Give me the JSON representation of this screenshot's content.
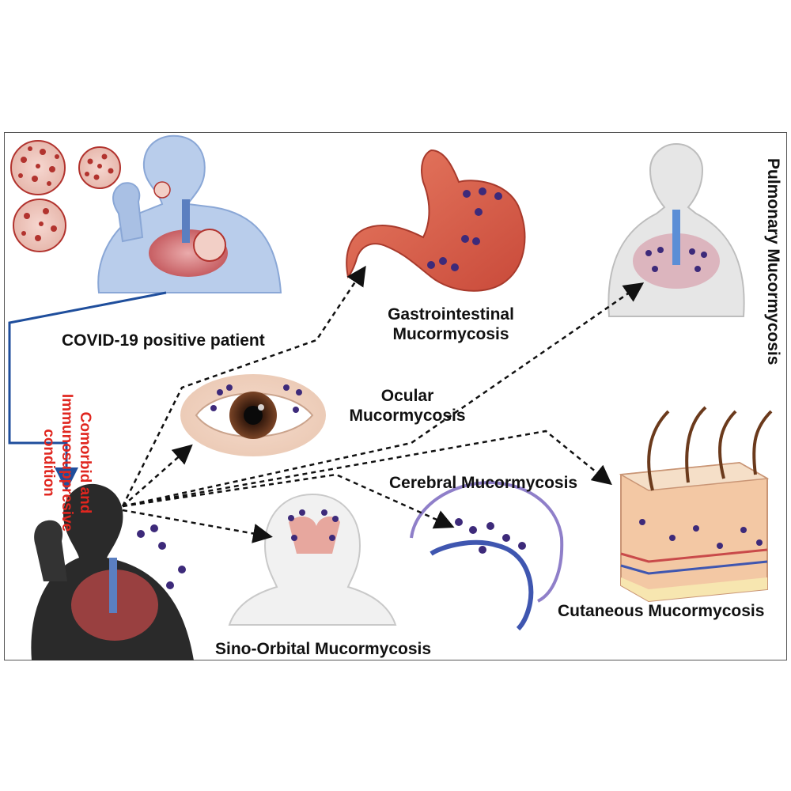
{
  "labels": {
    "covid_patient": "COVID-19 positive patient",
    "comorbid": "Comorbid and\nImmunosuppresive\ncondition",
    "gastro_line1": "Gastrointestinal",
    "gastro_line2": "Mucormycosis",
    "pulmonary": "Pulmonary Mucormycosis",
    "ocular_line1": "Ocular",
    "ocular_line2": "Mucormycosis",
    "cerebral": "Cerebral Mucormycosis",
    "cutaneous": "Cutaneous Mucormycosis",
    "sino_orbital": "Sino-Orbital Mucormycosis"
  },
  "colors": {
    "arrow_solid": "#1f4e9c",
    "arrow_dashed": "#111111",
    "comorbid_text": "#e0261f",
    "virus": "#b2332e",
    "fungus": "#3d2a7a",
    "stomach": "#d9624f",
    "lungs": "#c94a4a",
    "skin_body": "#a9c3e6",
    "dark_silhouette": "#2a2a2a"
  },
  "icons": [
    "virus-icon",
    "coughing-patient-icon",
    "stomach-icon",
    "pulmonary-body-icon",
    "eye-icon",
    "brain-icon",
    "skin-layers-icon",
    "head-icon",
    "dark-patient-icon"
  ]
}
